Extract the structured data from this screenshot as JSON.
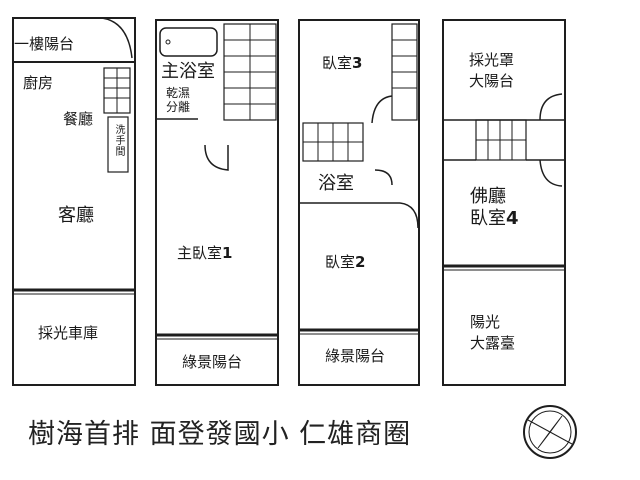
{
  "floor1": {
    "balcony": "一樓陽台",
    "kitchen": "廚房",
    "dining": "餐廳",
    "washroom": "洗手間",
    "living": "客廳",
    "garage": "採光車庫"
  },
  "floor2": {
    "bathroom": "主浴室",
    "dry_wet": "乾濕分離",
    "bedroom": "主臥室",
    "bedroom_num": "1",
    "balcony": "綠景陽台"
  },
  "floor3": {
    "bedroom_a": "臥室",
    "bedroom_a_num": "3",
    "bathroom": "浴室",
    "bedroom_b": "臥室",
    "bedroom_b_num": "2",
    "balcony": "綠景陽台"
  },
  "floor4": {
    "balcony_line1": "採光罩",
    "balcony_line2": "大陽台",
    "shrine": "佛廳",
    "bedroom": "臥室",
    "bedroom_num": "4",
    "terrace_line1": "陽光",
    "terrace_line2": "大露臺"
  },
  "caption": "樹海首排 面登發國小 仁雄商圈",
  "compass": {
    "icon": "compass-icon"
  }
}
